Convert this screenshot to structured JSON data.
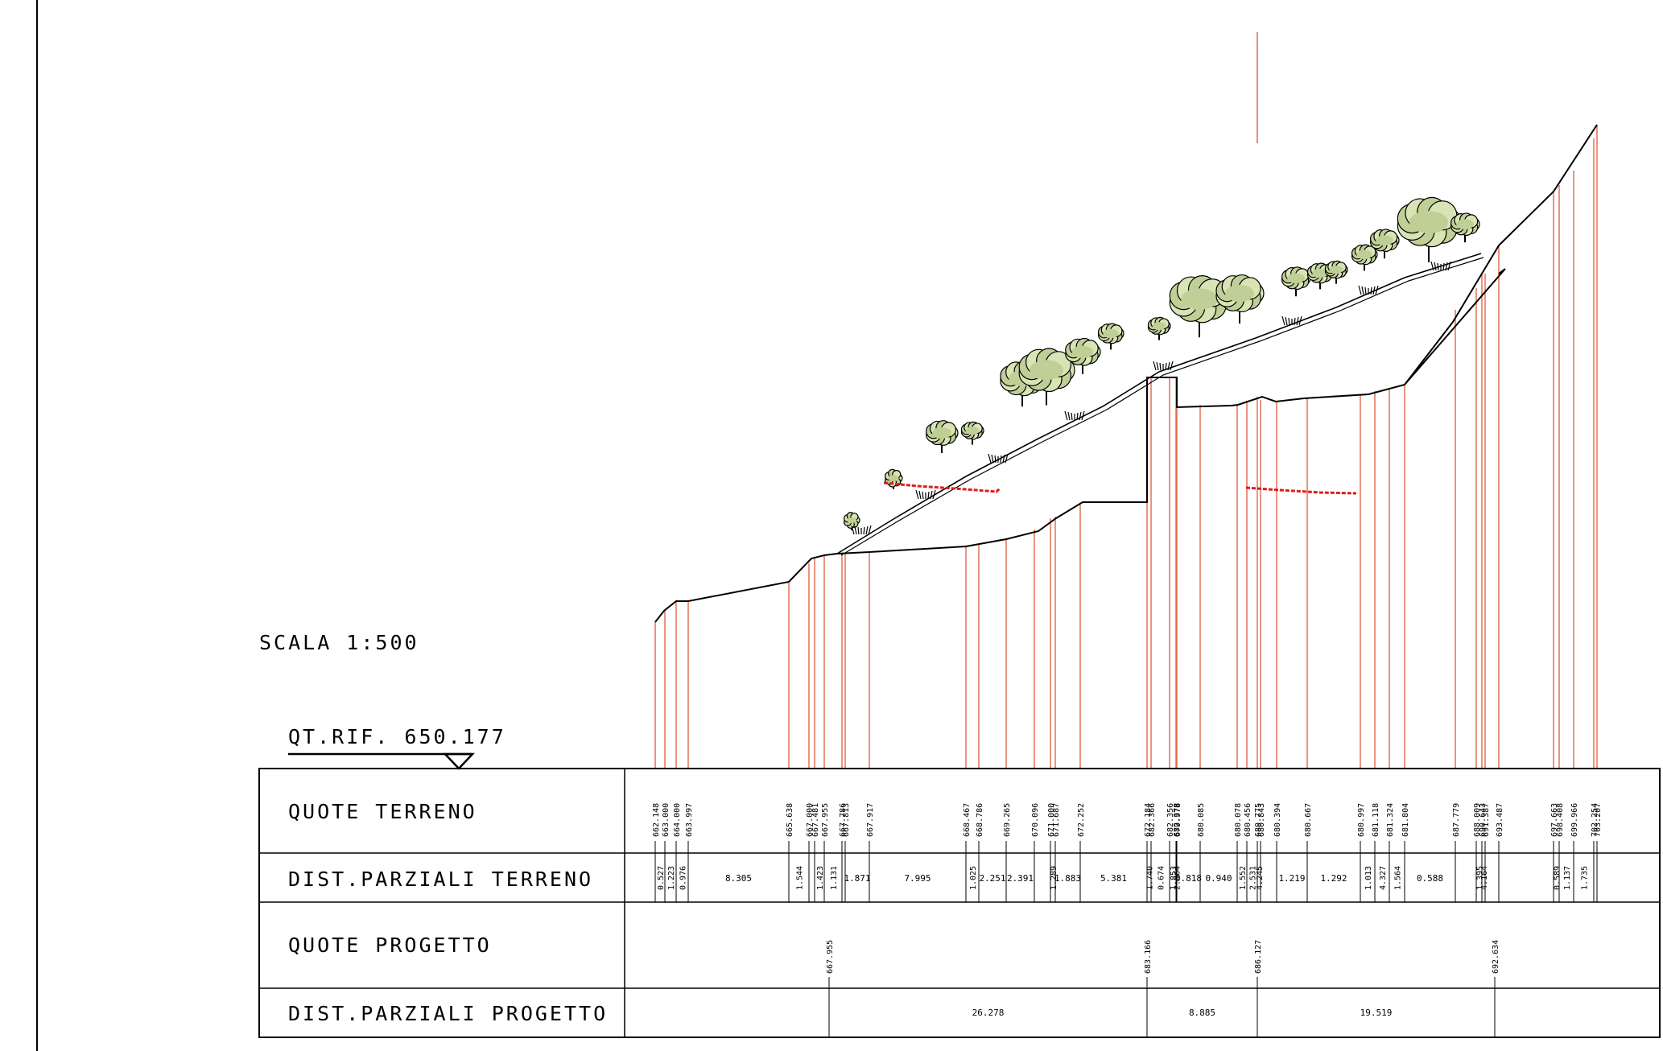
{
  "scale_label": "SCALA 1:500",
  "reference_label": "QT.RIF. 650.177",
  "rows": {
    "quote_terreno": "QUOTE TERRENO",
    "dist_parziali_terreno": "DIST.PARZIALI TERRENO",
    "quote_progetto": "QUOTE PROGETTO",
    "dist_parziali_progetto": "DIST.PARZIALI PROGETTO"
  },
  "quote_terreno": [
    "662.148",
    "663.000",
    "664.000",
    "663.997",
    "665.638",
    "667.000",
    "667.481",
    "667.955",
    "667.786",
    "667.813",
    "667.917",
    "668.467",
    "668.786",
    "669.265",
    "670.096",
    "671.000",
    "671.687",
    "672.252",
    "672.184",
    "682.366",
    "682.356",
    "682.378",
    "679.978",
    "680.085",
    "680.078",
    "680.456",
    "680.775",
    "680.843",
    "680.394",
    "680.667",
    "680.997",
    "681.118",
    "681.324",
    "681.804",
    "687.779",
    "688.009",
    "690.643",
    "691.387",
    "693.487",
    "697.663",
    "698.408",
    "699.966",
    "702.254",
    "703.207"
  ],
  "dist_parziali_terreno": [
    "0.527",
    "1.223",
    "0.976",
    "8.305",
    "1.544",
    "1.423",
    "1.131",
    "1.871",
    "7.995",
    "1.025",
    "2.251",
    "2.391",
    "1.289",
    "1.883",
    "5.381",
    "1.740",
    "0.674",
    "1.853",
    "2.864",
    "0.818",
    "0.940",
    "1.552",
    "2.531",
    "4.245",
    "1.219",
    "1.292",
    "1.013",
    "4.327",
    "1.564",
    "0.588",
    "1.395",
    "4.164",
    "0.589",
    "1.137",
    "1.735"
  ],
  "quote_progetto": [
    "667.955",
    "683.166",
    "686.127",
    "692.634"
  ],
  "dist_parziali_progetto": [
    "26.278",
    "8.885",
    "19.519"
  ],
  "colors": {
    "ink": "#000000",
    "station_lines": "#e2674a",
    "marker": "#e01b1b",
    "tree_fill": "#bfcf96",
    "tree_light": "#d9e4b5"
  }
}
